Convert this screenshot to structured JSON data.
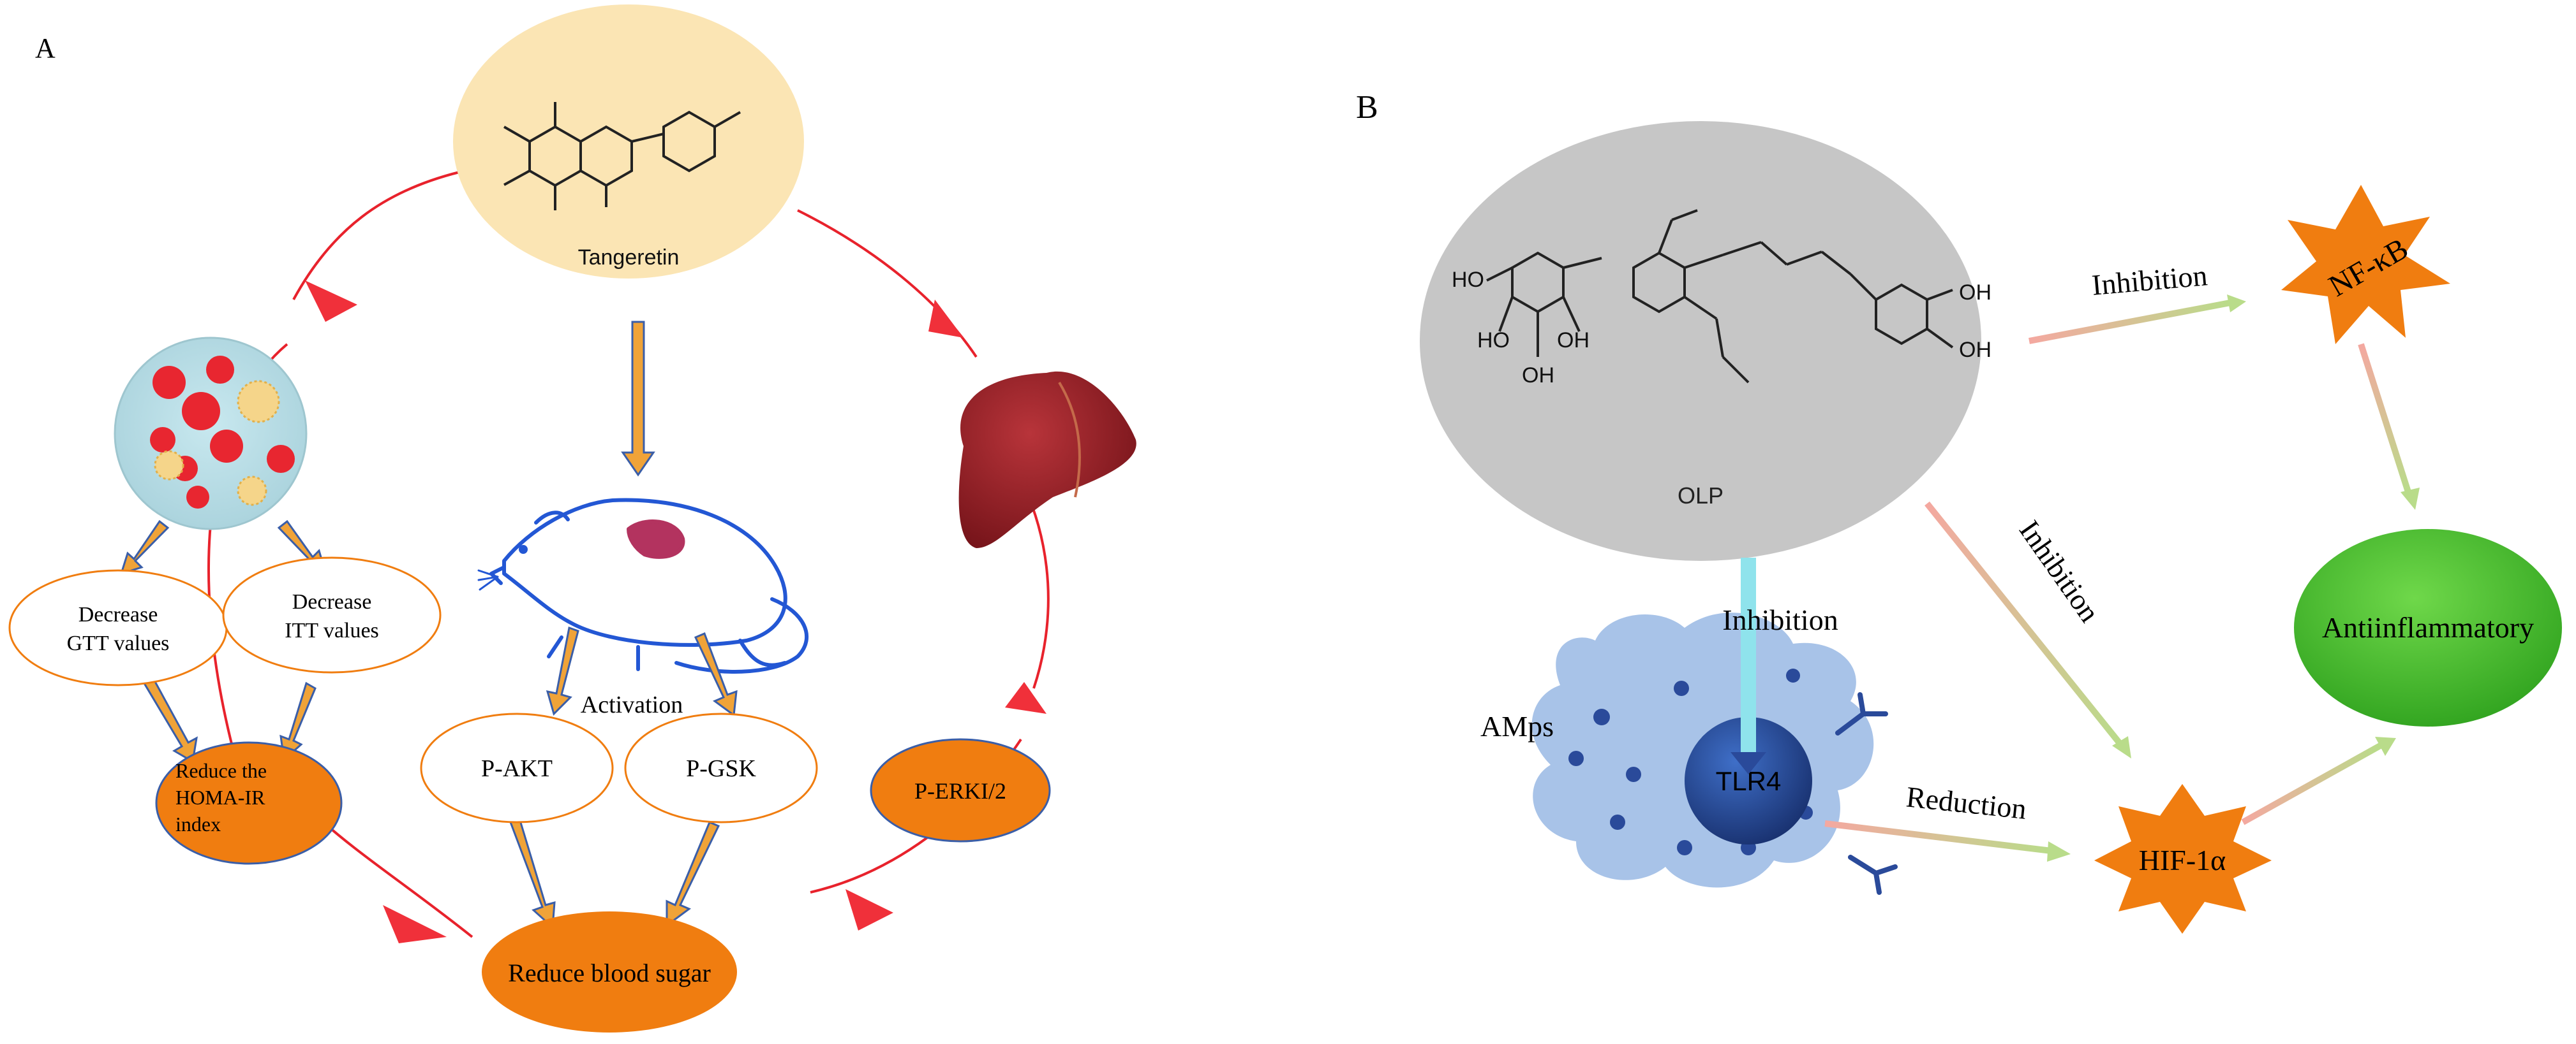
{
  "panel_a": {
    "label": "A",
    "compound_name": "Tangeretin",
    "nodes": {
      "gtt": [
        "Decrease",
        "GTT values"
      ],
      "itt": [
        "Decrease",
        "ITT values"
      ],
      "homa": [
        "Reduce the",
        "HOMA-IR",
        "index"
      ],
      "activation": "Activation",
      "p_akt": "P-AKT",
      "p_gsk": "P-GSK",
      "p_erk": "P-ERKI/2",
      "outcome": "Reduce blood sugar"
    },
    "colors": {
      "compound_bg": "#fbe5b4",
      "orange": "#f07d10",
      "red_line": "#e8222c",
      "cascade_arrow": "#f0a338",
      "cascade_outline": "#3a5ea8",
      "cell_bg": "#d5eff2",
      "mouse_stroke": "#2357d4",
      "liver": "#8a1a1f"
    }
  },
  "panel_b": {
    "label": "B",
    "compound_name": "OLP",
    "chem_labels": {
      "ho1": "HO",
      "ho2": "HO",
      "oh1": "OH",
      "oh2": "OH",
      "oh3": "OH",
      "oh4": "OH"
    },
    "cell_label": "AMps",
    "receptor": "TLR4",
    "nodes": {
      "nfkb": "NF-κB",
      "hif": "HIF-1α",
      "anti": "Antiinflammatory"
    },
    "edge_labels": {
      "inhibition_top": "Inhibition",
      "inhibition_diag": "Inhibition",
      "inhibition_down": "Inhibition",
      "reduction": "Reduction"
    },
    "colors": {
      "compound_bg": "#c6c6c6",
      "star": "#f07d10",
      "anti_green": "#5ec43a",
      "cell": "#a8c3e8",
      "receptor": "#2a4a9a",
      "inhibit_cyan": "#8fe3ec"
    }
  }
}
